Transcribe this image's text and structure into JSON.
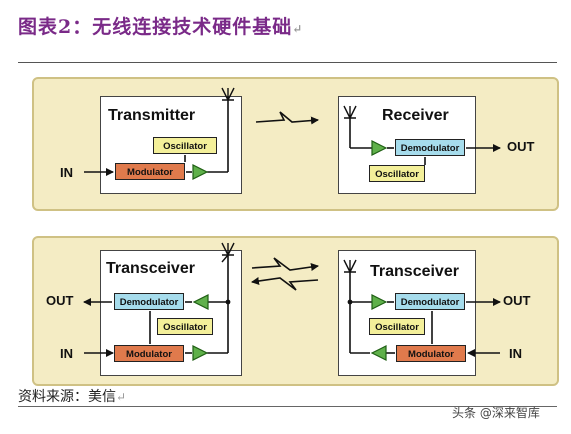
{
  "caption": {
    "title": "图表2：无线连接技术硬件基础"
  },
  "panel_one_way": {
    "transmitter": {
      "title": "Transmitter",
      "oscillator": "Oscillator",
      "modulator": "Modulator",
      "input_label": "IN"
    },
    "receiver": {
      "title": "Receiver",
      "demodulator": "Demodulator",
      "oscillator": "Oscillator",
      "output_label": "OUT"
    }
  },
  "panel_two_way": {
    "left": {
      "title": "Transceiver",
      "demodulator": "Demodulator",
      "oscillator": "Oscillator",
      "modulator": "Modulator",
      "output_label": "OUT",
      "input_label": "IN"
    },
    "right": {
      "title": "Transceiver",
      "demodulator": "Demodulator",
      "oscillator": "Oscillator",
      "modulator": "Modulator",
      "output_label": "OUT",
      "input_label": "IN"
    }
  },
  "source": {
    "text": "资料来源：美信"
  },
  "watermark": {
    "text": "头条 @深来智库"
  },
  "colors": {
    "title": "#7a2a88",
    "panel_bg": "#f4ecc4",
    "oscillator": "#f4f09a",
    "modulator": "#e07a4c",
    "demodulator": "#a6dcec",
    "amplifier": "#5fb04a"
  }
}
